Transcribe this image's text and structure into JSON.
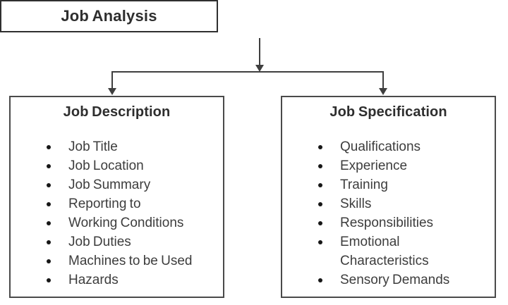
{
  "diagram": {
    "root": {
      "label": "Job Analysis"
    },
    "branches": [
      {
        "title": "Job Description",
        "items": [
          "Job Title",
          "Job Location",
          "Job Summary",
          "Reporting to",
          "Working Conditions",
          "Job Duties",
          "Machines to be Used",
          "Hazards"
        ]
      },
      {
        "title": "Job Specification",
        "items": [
          "Qualifications",
          "Experience",
          "Training",
          "Skills",
          "Responsibilities",
          "Emotional Characteristics",
          "Sensory Demands"
        ]
      }
    ],
    "colors": {
      "box_border": "#4a4a4a",
      "root_border": "#2f2f2f",
      "line": "#3f3f3f",
      "heading_text": "#2e2e2e",
      "body_text": "#3d3d3d",
      "bullet": "#171717",
      "background": "#ffffff"
    }
  }
}
